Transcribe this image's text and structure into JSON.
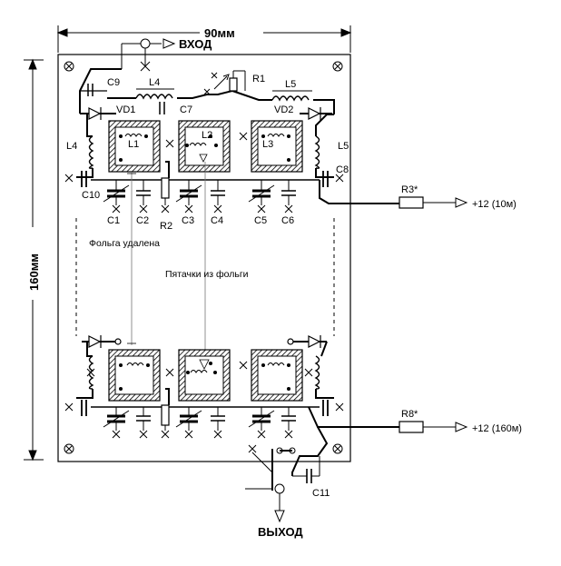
{
  "dimensions": {
    "width": "90мм",
    "height": "160мм"
  },
  "signals": {
    "input": "ВХОД",
    "output": "ВЫХОД",
    "supply_top": "+12 (10м)",
    "supply_bottom": "+12 (160м)"
  },
  "annotations": {
    "foil_removed": "Фольга удалена",
    "foil_pads": "Пятачки из фольги"
  },
  "components": {
    "C9": "C9",
    "L4": "L4",
    "R1": "R1",
    "L5": "L5",
    "VD1": "VD1",
    "C7": "C7",
    "VD2": "VD2",
    "L1": "L1",
    "L2": "L2",
    "L3": "L3",
    "L4_side": "L4",
    "L5_side": "L5",
    "C8": "C8",
    "C10": "C10",
    "C1": "C1",
    "C2": "C2",
    "R2": "R2",
    "C3": "C3",
    "C4": "C4",
    "C5": "C5",
    "C6": "C6",
    "R3": "R3*",
    "R8": "R8*",
    "C11": "C11"
  }
}
